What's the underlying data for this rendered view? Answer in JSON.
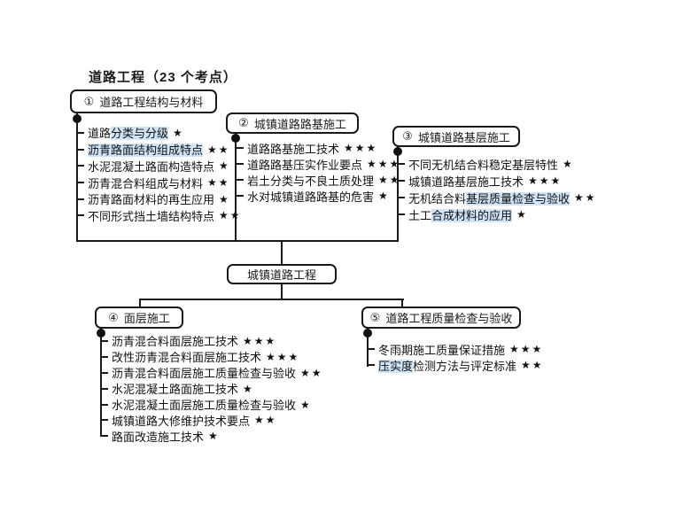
{
  "title": "道路工程（23 个考点）",
  "root": {
    "label": "城镇道路工程"
  },
  "star_icon": "★",
  "colors": {
    "line": "#1a1a1a",
    "highlight": "#cfe4f6"
  },
  "groups": [
    {
      "number": "①",
      "title": "道路工程结构与材料",
      "items": [
        {
          "label": "道路分类与分级",
          "stars": 1,
          "highlight": "分类与分级"
        },
        {
          "label": "沥青路面结构组成特点",
          "stars": 2,
          "highlight": "沥青路面结构组成特点"
        },
        {
          "label": "水泥混凝土路面构造特点",
          "stars": 1
        },
        {
          "label": "沥青混合料组成与材料",
          "stars": 2
        },
        {
          "label": "沥青路面材料的再生应用",
          "stars": 1
        },
        {
          "label": "不同形式挡土墙结构特点",
          "stars": 2
        }
      ]
    },
    {
      "number": "②",
      "title": "城镇道路路基施工",
      "items": [
        {
          "label": "道路路基施工技术",
          "stars": 3
        },
        {
          "label": "道路路基压实作业要点",
          "stars": 3
        },
        {
          "label": "岩土分类与不良土质处理",
          "stars": 2
        },
        {
          "label": "水对城镇道路路基的危害",
          "stars": 1
        }
      ]
    },
    {
      "number": "③",
      "title": "城镇道路基层施工",
      "items": [
        {
          "label": "不同无机结合料稳定基层特性",
          "stars": 1
        },
        {
          "label": "城镇道路基层施工技术",
          "stars": 3
        },
        {
          "label": "无机结合料基层质量检查与验收",
          "stars": 2,
          "highlight": "基层质量检查与验收"
        },
        {
          "label": "土工合成材料的应用",
          "stars": 1,
          "highlight": "合成材料的应用"
        }
      ]
    },
    {
      "number": "④",
      "title": "面层施工",
      "items": [
        {
          "label": "沥青混合料面层施工技术",
          "stars": 3
        },
        {
          "label": "改性沥青混合料面层施工技术",
          "stars": 3
        },
        {
          "label": "沥青混合料面层施工质量检查与验收",
          "stars": 2
        },
        {
          "label": "水泥混凝土路面施工技术",
          "stars": 1
        },
        {
          "label": "水泥混凝土面层施工质量检查与验收",
          "stars": 1
        },
        {
          "label": "城镇道路大修维护技术要点",
          "stars": 2
        },
        {
          "label": "路面改造施工技术",
          "stars": 1
        }
      ]
    },
    {
      "number": "⑤",
      "title": "道路工程质量检查与验收",
      "items": [
        {
          "label": "冬雨期施工质量保证措施",
          "stars": 3
        },
        {
          "label": "压实度检测方法与评定标准",
          "stars": 2,
          "highlight": "压实度"
        }
      ]
    }
  ]
}
